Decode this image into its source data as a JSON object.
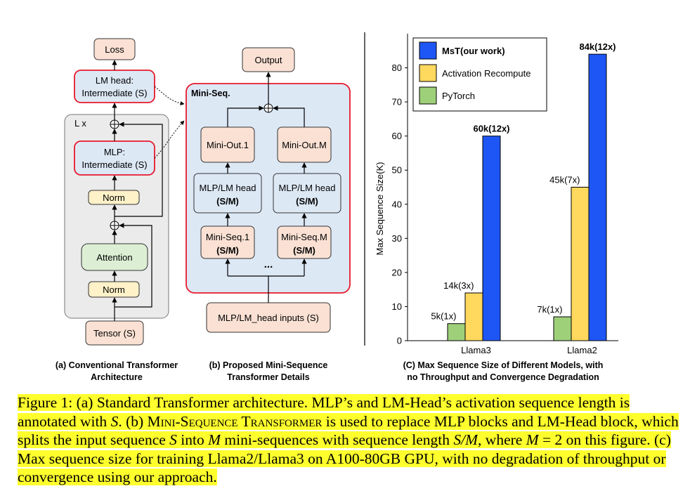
{
  "panel_a": {
    "loss": "Loss",
    "lm_head_line1": "LM head:",
    "lm_head_line2": "Intermediate (S)",
    "repeat_label": "L x",
    "mlp_line1": "MLP:",
    "mlp_line2": "Intermediate (S)",
    "norm_top": "Norm",
    "attention": "Attention",
    "norm_bottom": "Norm",
    "tensor": "Tensor (S)",
    "caption_line1": "(a) Conventional Transformer",
    "caption_line2": "Architecture"
  },
  "panel_b": {
    "output": "Output",
    "container_title": "Mini-Seq.",
    "mini_out_1": "Mini-Out.1",
    "mini_out_m": "Mini-Out.M",
    "head_line1_a": "MLP/LM head",
    "head_line2_a": "(S/M)",
    "head_line1_b": "MLP/LM head",
    "head_line2_b": "(S/M)",
    "mini_seq_1_line1": "Mini-Seq.1",
    "mini_seq_1_line2": "(S/M)",
    "mini_seq_m_line1": "Mini-Seq.M",
    "mini_seq_m_line2": "(S/M)",
    "ellipsis": "...",
    "inputs": "MLP/LM_head inputs (S)",
    "caption_line1": "(b) Proposed Mini-Sequence",
    "caption_line2": "Transformer Details"
  },
  "colors": {
    "peach": "#fae1d4",
    "light_blue": "#dde8f5",
    "yellow": "#fff1c8",
    "green": "#dcefd4",
    "gray_panel": "#ebebeb",
    "red_outline": "#e8192c",
    "bar_blue": "#1e56f5",
    "bar_yellow": "#ffd85e",
    "bar_green": "#9ed07a",
    "highlight": "#ffff2e"
  },
  "chart_data": {
    "type": "bar",
    "title": "",
    "xlabel": "",
    "ylabel": "Max Sequence Size(K)",
    "ylim": [
      0,
      90
    ],
    "yticks": [
      0,
      10,
      20,
      30,
      40,
      50,
      60,
      70,
      80
    ],
    "categories": [
      "Llama3",
      "Llama2"
    ],
    "series": [
      {
        "name": "PyTorch",
        "color": "#9ed07a",
        "values": [
          5,
          7
        ],
        "labels": [
          "5k(1x)",
          "7k(1x)"
        ]
      },
      {
        "name": "Activation Recompute",
        "color": "#ffd85e",
        "values": [
          14,
          45
        ],
        "labels": [
          "14k(3x)",
          "45k(7x)"
        ]
      },
      {
        "name": "MsT(our work)",
        "color": "#1e56f5",
        "values": [
          60,
          84
        ],
        "labels": [
          "60k(12x)",
          "84k(12x)"
        ]
      }
    ],
    "legend_order": [
      "MsT(our work)",
      "Activation Recompute",
      "PyTorch"
    ],
    "legend_position": "top-left",
    "grid": false,
    "caption_line1": "(C) Max Sequence Size of Different Models, with",
    "caption_line2": "no Throughput and Convergence Degradation"
  },
  "figure_caption": {
    "p1": "Figure 1: (a) Standard Transformer architecture. MLP’s and LM-Head’s activation sequence length is annotated with ",
    "s1": "S",
    "p2": ". (b) ",
    "title_sc": "Mini-Sequence Transformer",
    "p3": " is used to replace MLP blocks and LM-Head block, which splits the input sequence ",
    "s2": "S",
    "p4": " into ",
    "m1": "M",
    "p5": " mini-sequences with sequence length ",
    "sm": "S/M",
    "p6": ", where ",
    "m2": "M",
    "p7": " = 2 on this figure. (c) Max sequence size for training Llama2/Llama3 on A100-80GB GPU, with no degradation of throughput or convergence using our approach."
  }
}
